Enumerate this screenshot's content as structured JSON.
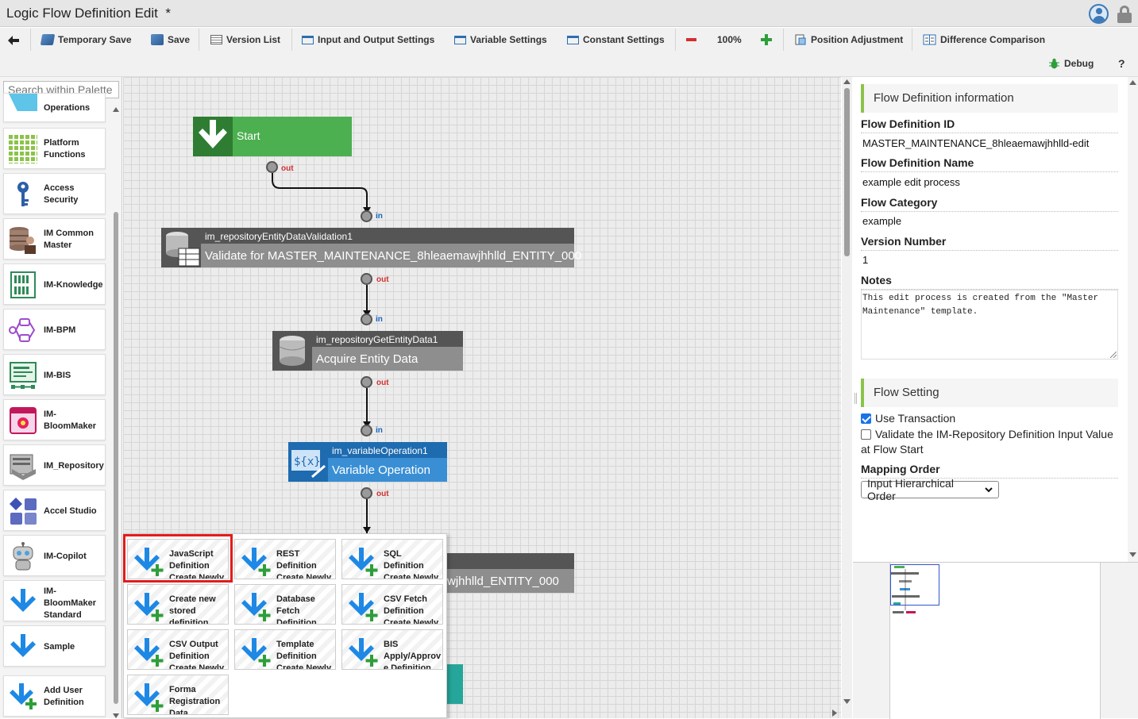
{
  "window": {
    "title": "Logic Flow Definition Edit",
    "modified_mark": "*"
  },
  "toolbar": {
    "back_icon": "arrow-left-icon",
    "temporary_save": "Temporary Save",
    "save": "Save",
    "version_list": "Version List",
    "io_settings": "Input and Output Settings",
    "variable_settings": "Variable Settings",
    "constant_settings": "Constant Settings",
    "zoom": "100%",
    "position_adjustment": "Position Adjustment",
    "difference_comparison": "Difference Comparison",
    "debug": "Debug",
    "help": "?"
  },
  "palette": {
    "search_placeholder": "Search within Palette",
    "items": [
      {
        "label": "Operations",
        "icon": "operations-icon"
      },
      {
        "label": "Platform Functions",
        "icon": "grid-icon"
      },
      {
        "label": "Access Security",
        "icon": "key-icon"
      },
      {
        "label": "IM Common Master",
        "icon": "database-person-icon"
      },
      {
        "label": "IM-Knowledge",
        "icon": "bookshelf-icon"
      },
      {
        "label": "IM-BPM",
        "icon": "flow-icon"
      },
      {
        "label": "IM-BIS",
        "icon": "form-icon"
      },
      {
        "label": "IM-BloomMaker",
        "icon": "flower-window-icon"
      },
      {
        "label": "IM_Repository",
        "icon": "repository-icon"
      },
      {
        "label": "Accel Studio",
        "icon": "shapes-icon"
      },
      {
        "label": "IM-Copilot",
        "icon": "robot-icon"
      },
      {
        "label": "IM-BloomMaker Standard",
        "icon": "arrow-down-icon"
      },
      {
        "label": "Sample",
        "icon": "arrow-down-icon"
      },
      {
        "label": "Add User Definition",
        "icon": "arrow-down-plus-icon"
      }
    ]
  },
  "flow": {
    "start": {
      "label": "Start"
    },
    "port_in": "in",
    "port_out": "out",
    "nodes": [
      {
        "id": "im_repositoryEntityDataValidation1",
        "name": "Validate for MASTER_MAINTENANCE_8hleaemawjhhlld_ENTITY_000"
      },
      {
        "id": "im_repositoryGetEntityData1",
        "name": "Acquire Entity Data"
      },
      {
        "id": "im_variableOperation1",
        "name": "Variable Operation"
      },
      {
        "id": "",
        "name": "wjhhlld_ENTITY_000"
      }
    ]
  },
  "popup": {
    "items": [
      {
        "line1": "JavaScript",
        "line2": "Definition",
        "line3": "Create Newly"
      },
      {
        "line1": "REST",
        "line2": "Definition",
        "line3": "Create Newly"
      },
      {
        "line1": "SQL",
        "line2": "Definition",
        "line3": "Create Newly"
      },
      {
        "line1": "Create new",
        "line2": "stored",
        "line3": "definition"
      },
      {
        "line1": "Database",
        "line2": "Fetch",
        "line3": "Definition"
      },
      {
        "line1": "CSV Fetch",
        "line2": "Definition",
        "line3": "Create Newly"
      },
      {
        "line1": "CSV Output",
        "line2": "Definition",
        "line3": "Create Newly"
      },
      {
        "line1": "Template",
        "line2": "Definition",
        "line3": "Create Newly"
      },
      {
        "line1": "BIS",
        "line2": "Apply/Approv",
        "line3": "e Definition"
      },
      {
        "line1": "Forma",
        "line2": "Registration",
        "line3": "Data"
      }
    ]
  },
  "info": {
    "section_title": "Flow Definition information",
    "id_label": "Flow Definition ID",
    "id_value": "MASTER_MAINTENANCE_8hleaemawjhhlld-edit",
    "name_label": "Flow Definition Name",
    "name_value": "example edit process",
    "category_label": "Flow Category",
    "category_value": "example",
    "version_label": "Version Number",
    "version_value": "1",
    "notes_label": "Notes",
    "notes_line1": "This edit process is created from the \"Master",
    "notes_line2": "Maintenance\" template."
  },
  "flow_setting": {
    "section_title": "Flow Setting",
    "use_transaction": "Use Transaction",
    "use_transaction_checked": true,
    "validate_input": "Validate the IM-Repository Definition Input Value at Flow Start",
    "validate_input_checked": false,
    "mapping_order_label": "Mapping Order",
    "mapping_order_value": "Input Hierarchical Order"
  },
  "colors": {
    "start": "#4caf50",
    "node_dark": "#555555",
    "node_gray": "#888888",
    "node_blue": "#3a8fd4",
    "accent_green": "#8bc34a",
    "highlight": "#e21c1c"
  }
}
